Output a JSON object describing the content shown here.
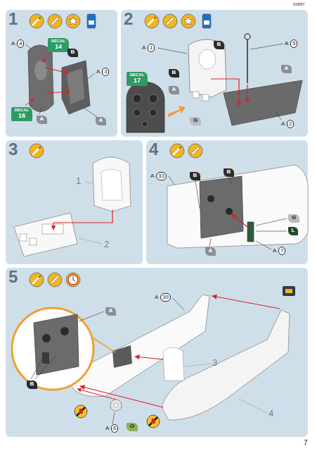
{
  "diagram": {
    "nodes": [
      {
        "text": [
          "1"
        ]
      },
      {
        "text": [
          "DECAL",
          "14"
        ],
        "in": 0
      },
      {
        "text": [
          "DECAL",
          "16"
        ],
        "in": 0
      },
      {
        "text": [
          "B"
        ],
        "in": 0
      },
      {
        "text": [
          "A"
        ],
        "in": 0
      },
      {
        "text": [
          "A"
        ],
        "in": 0
      },
      {
        "text": [
          "2"
        ]
      },
      {
        "text": [
          "DECAL",
          "17"
        ],
        "in": 6
      },
      {
        "text": [
          "B"
        ],
        "in": 6
      },
      {
        "text": [
          "B"
        ],
        "in": 6
      },
      {
        "text": [
          "A"
        ],
        "in": 6
      },
      {
        "text": [
          "G"
        ],
        "in": 6
      },
      {
        "text": [
          "A"
        ],
        "in": 6
      },
      {
        "text": [
          "3"
        ]
      },
      {
        "text": [
          "4"
        ]
      },
      {
        "text": [
          "B"
        ],
        "in": 14
      },
      {
        "text": [
          "B"
        ],
        "in": 14
      },
      {
        "text": [
          "A"
        ],
        "in": 14
      },
      {
        "text": [
          "G"
        ],
        "in": 14
      },
      {
        "text": [
          "L"
        ],
        "in": 14
      },
      {
        "text": [
          "5"
        ]
      },
      {
        "text": [
          "A"
        ],
        "in": 20
      },
      {
        "text": [
          "B"
        ],
        "in": 20
      },
      {
        "text": [
          "O"
        ],
        "in": 20
      }
    ],
    "labels": [
      "03897",
      "A",
      "4",
      "A",
      "3",
      "A",
      "1",
      "A",
      "5",
      "A",
      "2",
      "1",
      "2",
      "A",
      "33",
      "A",
      "7",
      "A",
      "39",
      "3",
      "4",
      "A",
      "6",
      "7"
    ]
  }
}
